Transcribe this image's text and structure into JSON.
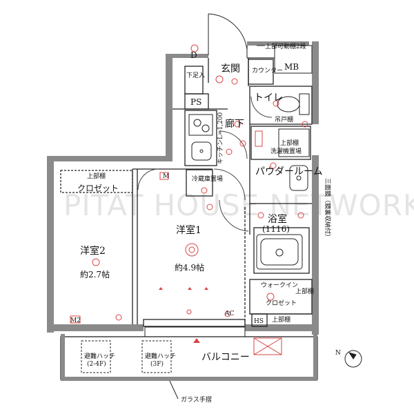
{
  "watermark": "PITAT HOUSE NETWORK",
  "colors": {
    "wall": "#8a8a8a",
    "wall_dark": "#3a3a3a",
    "line": "#222222",
    "equipment": "#d94545"
  },
  "rooms": {
    "genkan": "玄関",
    "counter": "カウンター",
    "counter_note": "上部可動棚2段",
    "mb": "MB",
    "shoe_storage": "下足入",
    "ps": "PS",
    "toilet": "トイレ",
    "toilet_shelf": "吊戸棚",
    "corridor": "廊下",
    "kitchen": "キッチンL=1,200",
    "fridge": "冷蔵庫置場",
    "washer_shelf": "上部棚",
    "washer": "洗濯機置場",
    "powder": "パウダールーム",
    "mirror_note": "三面鏡（鏡裏収納付）",
    "bath": "浴室",
    "bath_size": "(1116)",
    "western1": "洋室1",
    "western1_size": "約4.9帖",
    "western2": "洋室2",
    "western2_size": "約2.7帖",
    "closet_top": "上部棚",
    "closet": "クロゼット",
    "walkin": "ウォークイン",
    "walkin_closet": "クロゼット",
    "walkin_shelf": "上部棚",
    "walkin_shelf2": "上部棚",
    "hs": "HS",
    "balcony": "バルコニー",
    "hatch1_line1": "避難ハッチ",
    "hatch1_line2": "(2-4F)",
    "hatch2_line1": "避難ハッチ",
    "hatch2_line2": "(3F)",
    "glass_rail": "ガラス手摺",
    "m_mark": "M",
    "m2_mark": "M2",
    "d_mark": "D",
    "ac_mark": "AC"
  },
  "compass": {
    "label": "N",
    "direction": "north-east-up"
  }
}
